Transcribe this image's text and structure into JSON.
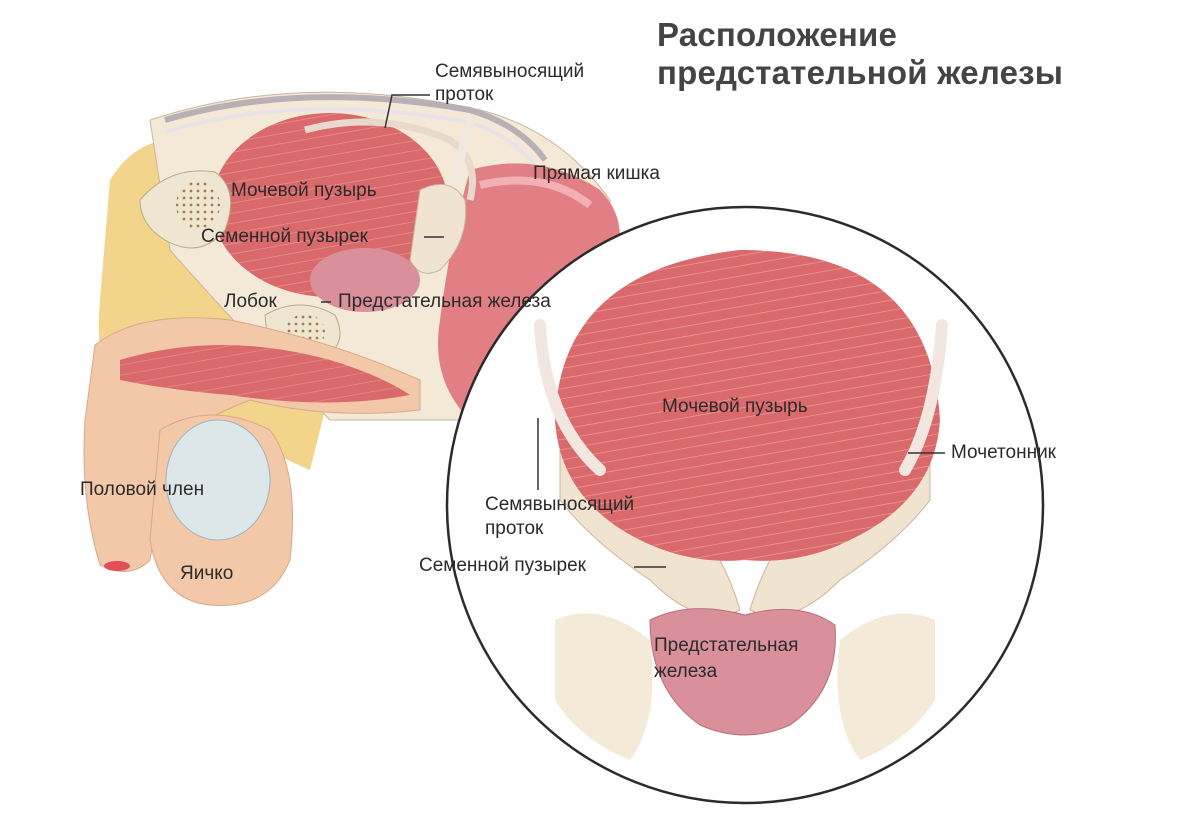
{
  "title": {
    "line1": "Расположение",
    "line2": "предстательной железы"
  },
  "side_view": {
    "vas_deferens_line1": "Семявыносящий",
    "vas_deferens_line2": "проток",
    "rectum": "Прямая кишка",
    "bladder": "Мочевой пузырь",
    "seminal_vesicle": "Семенной пузырек",
    "pubis": "Лобок",
    "prostate": "Предстательная железа",
    "penis": "Половой член",
    "testis": "Яичко"
  },
  "detail_view": {
    "bladder": "Мочевой пузырь",
    "ureter": "Мочетонник",
    "vas_deferens_line1": "Семявыносящий",
    "vas_deferens_line2": "проток",
    "seminal_vesicle": "Семенной пузырек",
    "prostate_line1": "Предстательная",
    "prostate_line2": "железа"
  },
  "colors": {
    "muscle": "#d9696b",
    "muscle_light": "#ec9a9a",
    "tissue": "#f0e3cf",
    "fat": "#f2d48a",
    "skin": "#f2c8a8",
    "prostate": "#d9909a",
    "bone": "#efe6d2",
    "pale_blue": "#dde7ea"
  }
}
